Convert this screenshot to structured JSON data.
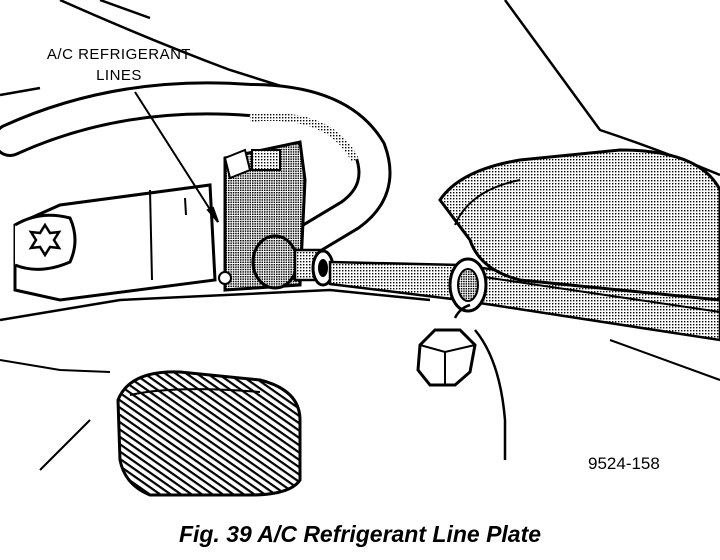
{
  "callout": {
    "line1": "A/C REFRIGERANT",
    "line2": "LINES"
  },
  "figure_number": "9524-158",
  "caption": "Fig. 39 A/C Refrigerant Line Plate",
  "colors": {
    "ink": "#000000",
    "paper": "#ffffff",
    "shade": "#8c8c8c"
  }
}
